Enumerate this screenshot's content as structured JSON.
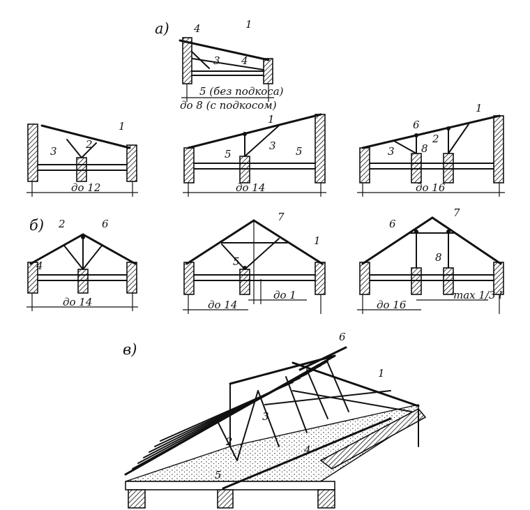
{
  "subfigures": {
    "a": {
      "label": "а)",
      "numbers": [
        "4",
        "1",
        "3",
        "4"
      ],
      "dims": [
        "5 (без подкоса)",
        "до 8 (с подкосом)"
      ]
    },
    "a1": {
      "numbers": [
        "1",
        "2",
        "3"
      ],
      "dim": "до 12"
    },
    "a2": {
      "numbers": [
        "1",
        "3",
        "5",
        "5"
      ],
      "dim": "до 14"
    },
    "a3": {
      "numbers": [
        "6",
        "1",
        "2",
        "3",
        "8"
      ],
      "dim": "до 16"
    },
    "b": {
      "label": "б)",
      "numbers": [
        "2",
        "6",
        "4"
      ],
      "dim": "до 14"
    },
    "b2": {
      "numbers": [
        "7",
        "1",
        "5"
      ],
      "dims": [
        "до 14",
        "до 1"
      ]
    },
    "b3": {
      "numbers": [
        "6",
        "7",
        "8"
      ],
      "dims": [
        "до 16",
        "max 1/3 l"
      ]
    },
    "c": {
      "label": "в)",
      "numbers": [
        "6",
        "1",
        "3",
        "2",
        "5",
        "4"
      ]
    }
  }
}
